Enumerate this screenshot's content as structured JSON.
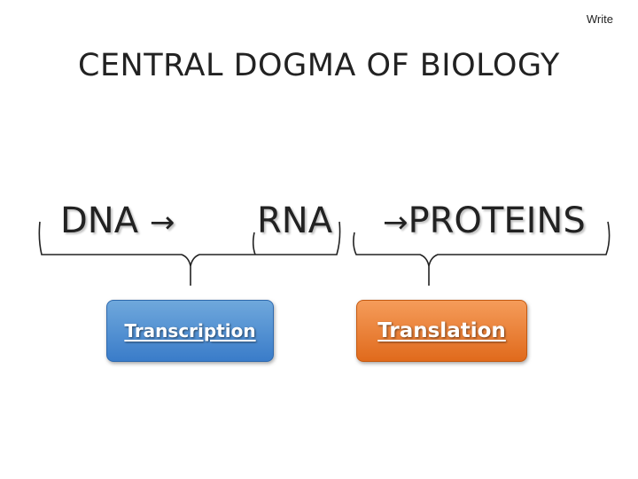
{
  "corner_note": "Write",
  "title": "CENTRAL DOGMA OF BIOLOGY",
  "terms": {
    "dna": "DNA",
    "rna": "RNA",
    "protein": "PROTEINS",
    "arrow": "→"
  },
  "processes": {
    "transcription": "Transcription",
    "translation": "Translation"
  },
  "colors": {
    "transcription_box": "#3a7cc9",
    "translation_box": "#e06a1c"
  }
}
